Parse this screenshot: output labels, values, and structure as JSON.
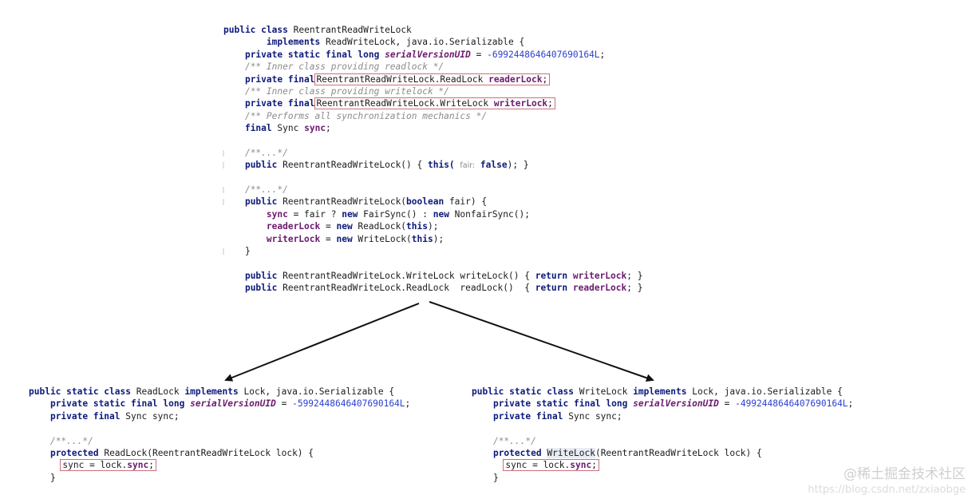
{
  "main_class": {
    "decl": [
      "public",
      "class",
      "ReentrantReadWriteLock"
    ],
    "implements_kw": "implements",
    "implements_rest": "ReadWriteLock, java.io.Serializable {",
    "serial_mods": "private static final long",
    "serial_name": "serialVersionUID",
    "serial_eq": " = ",
    "serial_value": "-6992448646407690164L",
    "semicolon": ";",
    "comment_readlock": "/** Inner class providing readlock */",
    "reader_mods": "private final",
    "reader_type": "ReentrantReadWriteLock.ReadLock",
    "reader_name": "readerLock",
    "comment_writelock": "/** Inner class providing writelock */",
    "writer_mods": "private final",
    "writer_type": "ReentrantReadWriteLock.WriteLock",
    "writer_name": "writerLock",
    "comment_sync": "/** Performs all synchronization mechanics */",
    "sync_mod": "final",
    "sync_type": "Sync",
    "sync_name": "sync",
    "folded_doc_1": "/**...*/",
    "ctor1_public": "public",
    "ctor1_sig": "ReentrantReadWriteLock() { ",
    "ctor1_this": "this(",
    "ctor1_hint": "fair:",
    "ctor1_false": "false",
    "ctor1_end": "); }",
    "folded_doc_2": "/**...*/",
    "ctor2_public": "public",
    "ctor2_name": "ReentrantReadWriteLock(",
    "ctor2_boolean": "boolean",
    "ctor2_param": " fair) {",
    "ctor2_sync": "sync",
    "ctor2_sync_rest1": " = fair ? ",
    "ctor2_new1": "new",
    "ctor2_sync_rest2": " FairSync() : ",
    "ctor2_new2": "new",
    "ctor2_sync_rest3": " NonfairSync();",
    "ctor2_reader": "readerLock",
    "ctor2_reader_eq": " = ",
    "ctor2_reader_new": "new",
    "ctor2_reader_rest": " ReadLock(",
    "ctor2_reader_this": "this",
    "ctor2_reader_end": ");",
    "ctor2_writer": "writerLock",
    "ctor2_writer_eq": " = ",
    "ctor2_writer_new": "new",
    "ctor2_writer_rest": " WriteLock(",
    "ctor2_writer_this": "this",
    "ctor2_writer_end": ");",
    "ctor2_close": "}",
    "wl_public": "public",
    "wl_sig": "ReentrantReadWriteLock.WriteLock writeLock() { ",
    "wl_return": "return",
    "wl_field": "writerLock",
    "wl_end": "; }",
    "rl_public": "public",
    "rl_sig": "ReentrantReadWriteLock.ReadLock  readLock()  { ",
    "rl_return": "return",
    "rl_field": "readerLock",
    "rl_end": "; }"
  },
  "read_lock_class": {
    "decl_kw": "public static class",
    "name": "ReadLock",
    "implements_kw": "implements",
    "implements_rest": "Lock, java.io.Serializable {",
    "serial_mods": "private static final long",
    "serial_name": "serialVersionUID",
    "serial_eq": " = ",
    "serial_value": "-5992448646407690164L",
    "semicolon": ";",
    "sync_mods": "private final",
    "sync_rest": "Sync sync;",
    "folded_doc": "/**...*/",
    "ctor_kw": "protected",
    "ctor_name": "ReadLock",
    "ctor_rest": "(ReentrantReadWriteLock lock) {",
    "assign_left": "sync = lock.",
    "assign_field": "sync",
    "assign_end": ";",
    "close": "}"
  },
  "write_lock_class": {
    "decl_kw": "public static class",
    "name": "WriteLock",
    "implements_kw": "implements",
    "implements_rest": "Lock, java.io.Serializable {",
    "serial_mods": "private static final long",
    "serial_name": "serialVersionUID",
    "serial_eq": " = ",
    "serial_value": "-4992448646407690164L",
    "semicolon": ";",
    "sync_mods": "private final",
    "sync_rest": "Sync sync;",
    "folded_doc": "/**...*/",
    "ctor_kw": "protected",
    "ctor_name": "WriteLock",
    "ctor_rest": "(ReentrantReadWriteLock lock) {",
    "assign_left": "sync = lock.",
    "assign_field": "sync",
    "assign_end": ";",
    "close": "}"
  },
  "watermark": {
    "primary": "@稀土掘金技术社区",
    "secondary": "https://blog.csdn.net/zxiaobge"
  },
  "colors": {
    "keyword": "#0d1a7a",
    "comment": "#8c8c8c",
    "number": "#2a3fd0",
    "field": "#6a1a6e",
    "highlight_box": "#c9707c",
    "arrow": "#111111"
  }
}
